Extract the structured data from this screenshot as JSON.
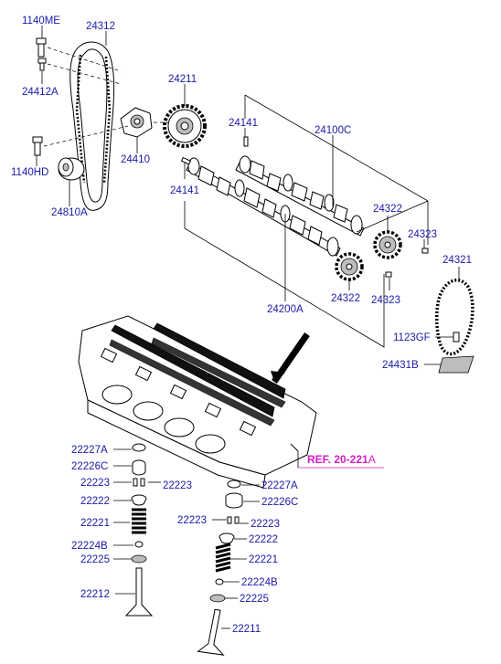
{
  "diagram": {
    "labels": {
      "p1140ME": "1140ME",
      "p24312": "24312",
      "p24412A": "24412A",
      "p24211": "24211",
      "p24410": "24410",
      "p1140HD": "1140HD",
      "p24810A": "24810A",
      "p24141a": "24141",
      "p24100C": "24100C",
      "p24141b": "24141",
      "p24322a": "24322",
      "p24323a": "24323",
      "p24321": "24321",
      "p24200A": "24200A",
      "p24322b": "24322",
      "p24323b": "24323",
      "p1123GF": "1123GF",
      "p24431B": "24431B",
      "p22227Aa": "22227A",
      "p22226Ca": "22226C",
      "p22223a": "22223",
      "p22223b": "22223",
      "p22222a": "22222",
      "p22221a": "22221",
      "p22224Ba": "22224B",
      "p22225a": "22225",
      "p22212": "22212",
      "p22227Ab": "22227A",
      "p22226Cb": "22226C",
      "p22223c": "22223",
      "p22223d": "22223",
      "p22222b": "22222",
      "p22221b": "22221",
      "p22224Bb": "22224B",
      "p22225b": "22225",
      "p22211": "22211"
    },
    "reference": {
      "prefix": "REF. 20-221",
      "suffix": "A"
    },
    "colors": {
      "label": "#1a1aa8",
      "reference": "#d21cc8",
      "lines": "#000000"
    }
  }
}
